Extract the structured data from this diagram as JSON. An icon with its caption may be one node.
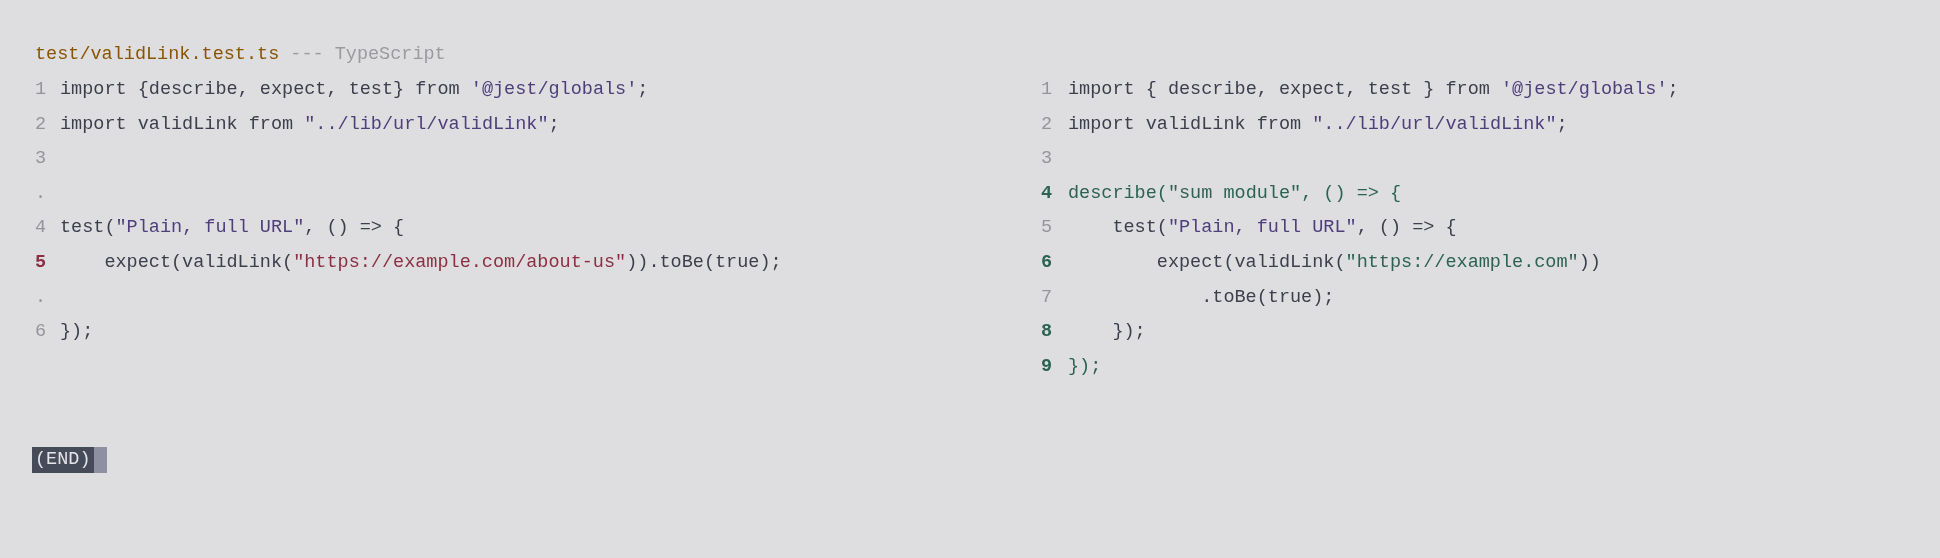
{
  "diagram": {
    "labels": [
      "test/validLink.test.ts",
      "--- TypeScript",
      "1",
      "import {describe, expect, test} from '@jest/globals';",
      "2",
      "import validLink from \"../lib/url/validLink\";",
      "3",
      ".",
      "4",
      "test(\"Plain, full URL\", () => {",
      "5",
      "expect(validLink(\"https://example.com/about-us\")).toBe(true);",
      ".",
      "6",
      "});",
      "(END)",
      "1",
      "import { describe, expect, test } from '@jest/globals';",
      "2",
      "import validLink from \"../lib/url/validLink\";",
      "3",
      "4",
      "describe(\"sum module\", () => {",
      "5",
      "test(\"Plain, full URL\", () => {",
      "6",
      "expect(validLink(\"https://example.com\"))",
      "7",
      ".toBe(true);",
      "8",
      "});",
      "9",
      "});"
    ]
  }
}
